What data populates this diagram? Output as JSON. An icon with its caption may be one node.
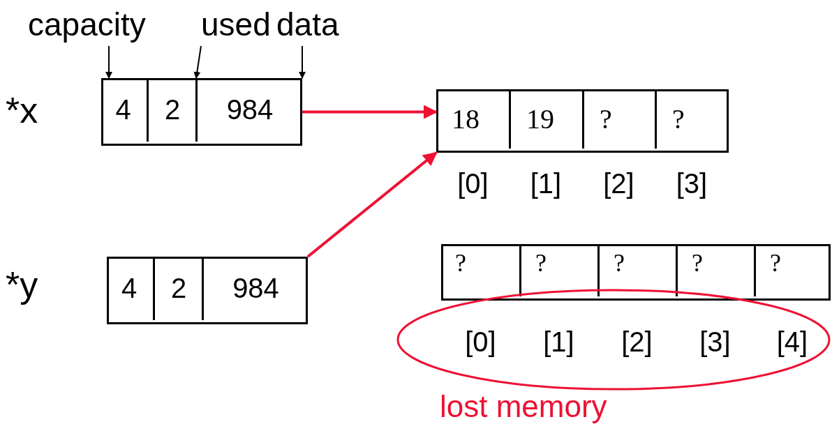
{
  "diagram": {
    "nodes": [
      {
        "text": [
          "capacity"
        ]
      },
      {
        "text": [
          "used"
        ]
      },
      {
        "text": [
          "data"
        ]
      },
      {
        "text": [],
        "shape": "box",
        "beside": [
          "*x"
        ]
      },
      {
        "text": [
          "4"
        ],
        "in": 3
      },
      {
        "text": [
          "2"
        ],
        "in": 3
      },
      {
        "text": [
          "984"
        ],
        "in": 3
      },
      {
        "text": [],
        "shape": "box"
      },
      {
        "text": [
          "18"
        ],
        "in": 7,
        "beside": [
          "[0]"
        ]
      },
      {
        "text": [
          "19"
        ],
        "in": 7,
        "beside": [
          "[1]"
        ]
      },
      {
        "text": [
          "?"
        ],
        "in": 7,
        "beside": [
          "[2]"
        ]
      },
      {
        "text": [
          "?"
        ],
        "in": 7,
        "beside": [
          "[3]"
        ]
      },
      {
        "text": [],
        "shape": "box",
        "beside": [
          "*y"
        ]
      },
      {
        "text": [
          "4"
        ],
        "in": 12
      },
      {
        "text": [
          "2"
        ],
        "in": 12
      },
      {
        "text": [
          "984"
        ],
        "in": 12
      },
      {
        "text": [],
        "shape": "ellipse",
        "beside": [
          "lost memory"
        ]
      },
      {
        "text": [],
        "shape": "box"
      },
      {
        "text": [
          "?"
        ],
        "in": 17
      },
      {
        "text": [
          "?"
        ],
        "in": 17
      },
      {
        "text": [
          "?"
        ],
        "in": 17
      },
      {
        "text": [
          "?"
        ],
        "in": 17
      },
      {
        "text": [
          "?"
        ],
        "in": 17
      }
    ],
    "labels": [
      "[0]",
      "[1]",
      "[2]",
      "[3]",
      "[4]"
    ],
    "edges": [
      {
        "from": 0,
        "to": 4,
        "arrow": "to"
      },
      {
        "from": 1,
        "to": 5,
        "arrow": "to"
      },
      {
        "from": 2,
        "to": 6,
        "arrow": "to"
      },
      {
        "from": 6,
        "to": 7,
        "arrow": "to",
        "style": "thick",
        "color": "#ee1133"
      },
      {
        "from": 15,
        "to": 7,
        "arrow": "to",
        "style": "thick",
        "color": "#ee1133"
      }
    ]
  }
}
